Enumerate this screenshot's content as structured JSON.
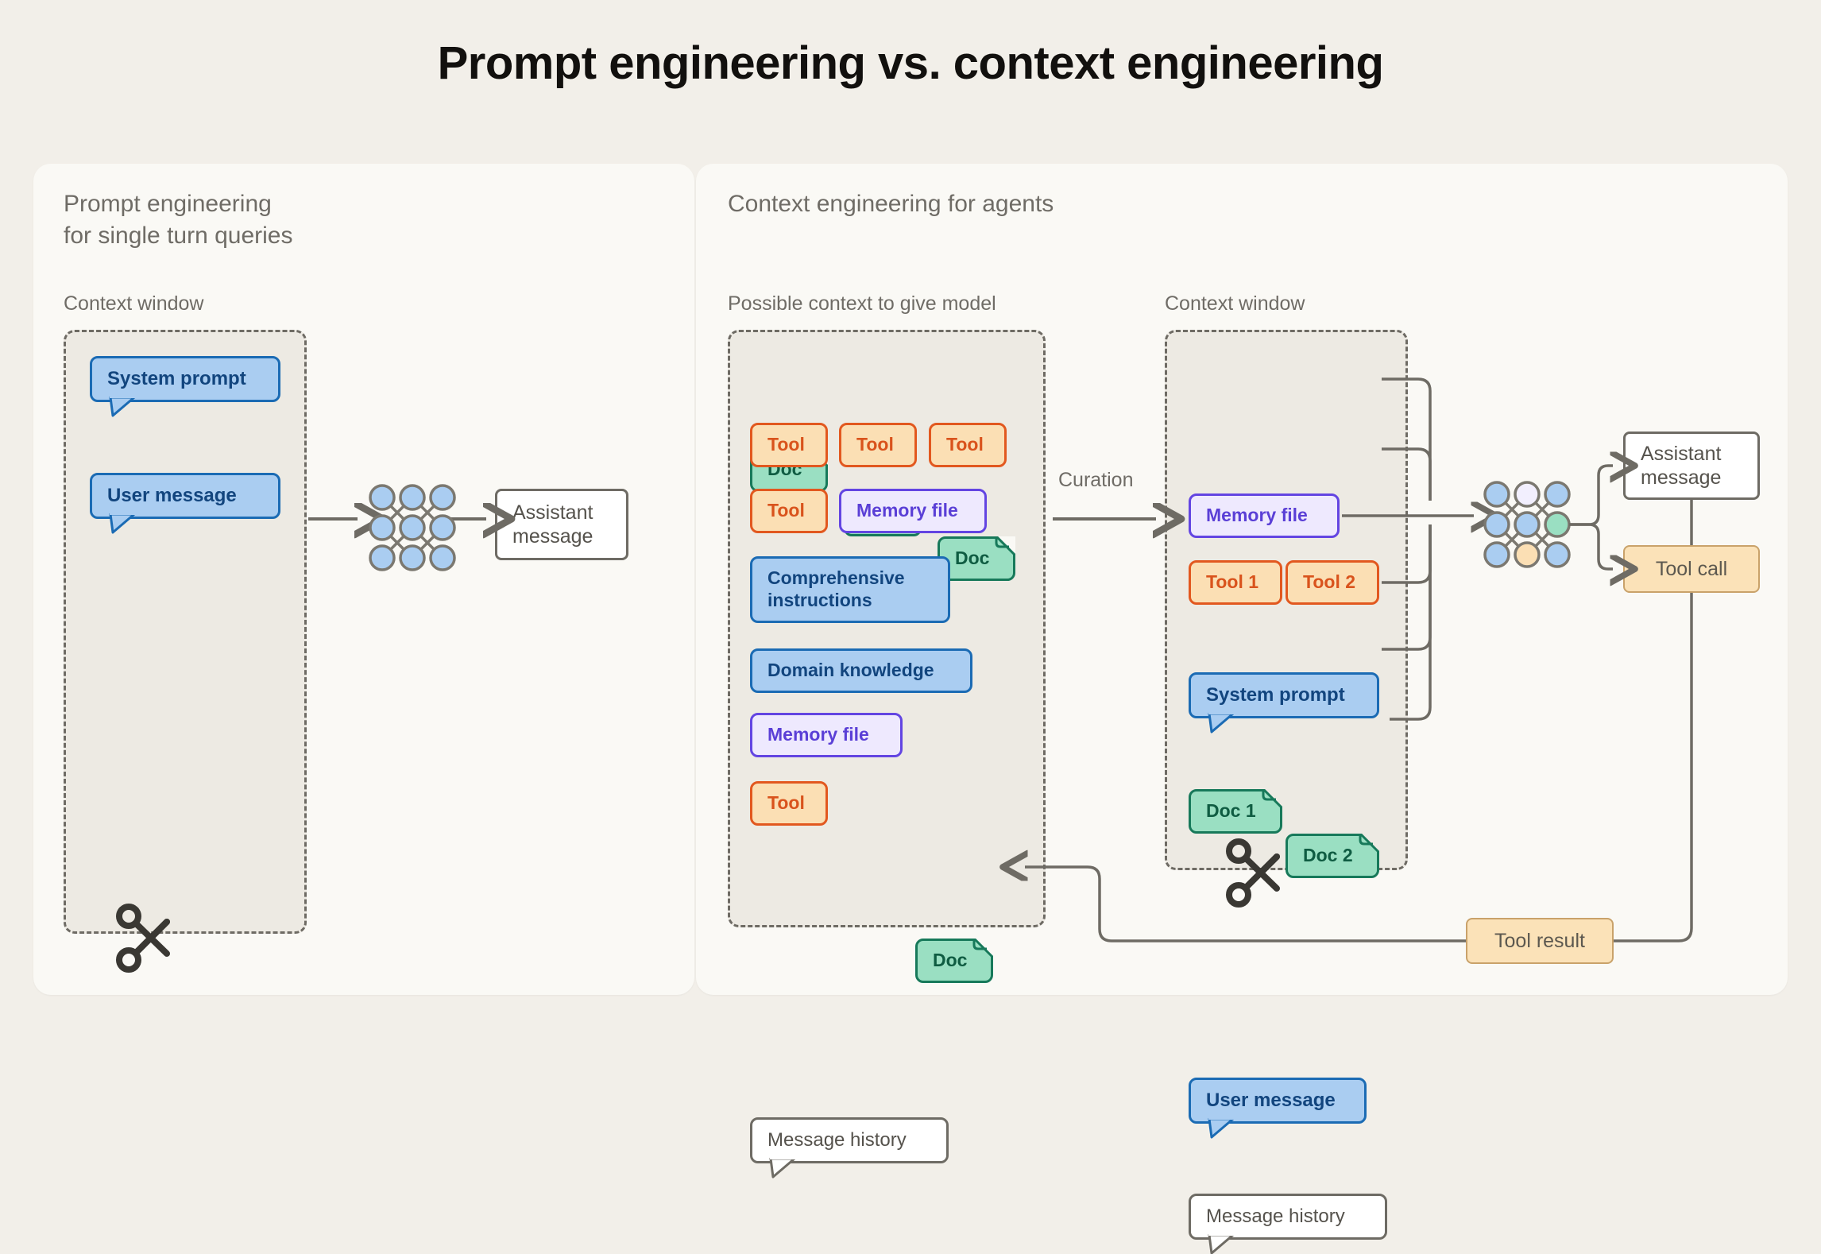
{
  "title": "Prompt engineering vs. context engineering",
  "colors": {
    "background": "#f2efe9",
    "panel": "#faf9f5",
    "context_window_fill": "#edeae3",
    "dashed_border": "#6e6b64",
    "blue_fill": "#aacdf1",
    "blue_border": "#1b6bb4",
    "green_fill": "#9adfc2",
    "green_border": "#17795a",
    "orange_fill": "#fbdfb4",
    "orange_border": "#e2581f",
    "purple_fill": "#eee9fe",
    "purple_border": "#6345e2",
    "plain_fill": "#ffffff",
    "plain_border": "#6e6b64",
    "tan_fill": "#fbe2b8",
    "tan_border": "#c9a26a",
    "text_muted": "#6f6c66"
  },
  "left_panel": {
    "title": "Prompt engineering\nfor single turn queries",
    "context_window_label": "Context window",
    "items": [
      {
        "label": "System prompt",
        "kind": "bubble-blue"
      },
      {
        "label": "User message",
        "kind": "bubble-blue"
      }
    ],
    "model_icon": "neural-network-icon",
    "output": {
      "label": "Assistant\nmessage",
      "kind": "plain"
    },
    "truncation_icon": "scissors-icon"
  },
  "right_panel": {
    "title": "Context engineering for agents",
    "possible_label": "Possible context to give model",
    "context_window_label": "Context window",
    "curation_label": "Curation",
    "possible_items": [
      {
        "label": "Doc",
        "kind": "doc-green"
      },
      {
        "label": "Doc",
        "kind": "doc-green"
      },
      {
        "label": "Doc",
        "kind": "doc-green"
      },
      {
        "label": "Tool",
        "kind": "orange"
      },
      {
        "label": "Tool",
        "kind": "orange"
      },
      {
        "label": "Tool",
        "kind": "orange"
      },
      {
        "label": "Tool",
        "kind": "orange"
      },
      {
        "label": "Memory file",
        "kind": "purple"
      },
      {
        "label": "Comprehensive\ninstructions",
        "kind": "blue"
      },
      {
        "label": "Domain knowledge",
        "kind": "blue"
      },
      {
        "label": "Memory file",
        "kind": "purple"
      },
      {
        "label": "Doc",
        "kind": "doc-green"
      },
      {
        "label": "Tool",
        "kind": "orange"
      },
      {
        "label": "Message history",
        "kind": "bubble-plain"
      }
    ],
    "context_window_items": [
      {
        "label": "System prompt",
        "kind": "bubble-blue"
      },
      {
        "label": "Doc 1",
        "kind": "doc-green"
      },
      {
        "label": "Doc 2",
        "kind": "doc-green"
      },
      {
        "label": "Memory file",
        "kind": "purple"
      },
      {
        "label": "Tool 1",
        "kind": "orange"
      },
      {
        "label": "Tool 2",
        "kind": "orange"
      },
      {
        "label": "User message",
        "kind": "bubble-blue"
      },
      {
        "label": "Message history",
        "kind": "bubble-plain"
      }
    ],
    "model_icon": "neural-network-icon",
    "outputs": [
      {
        "label": "Assistant\nmessage",
        "kind": "plain"
      },
      {
        "label": "Tool call",
        "kind": "tan"
      }
    ],
    "tool_result": {
      "label": "Tool result",
      "kind": "tan"
    },
    "truncation_icon": "scissors-icon"
  }
}
